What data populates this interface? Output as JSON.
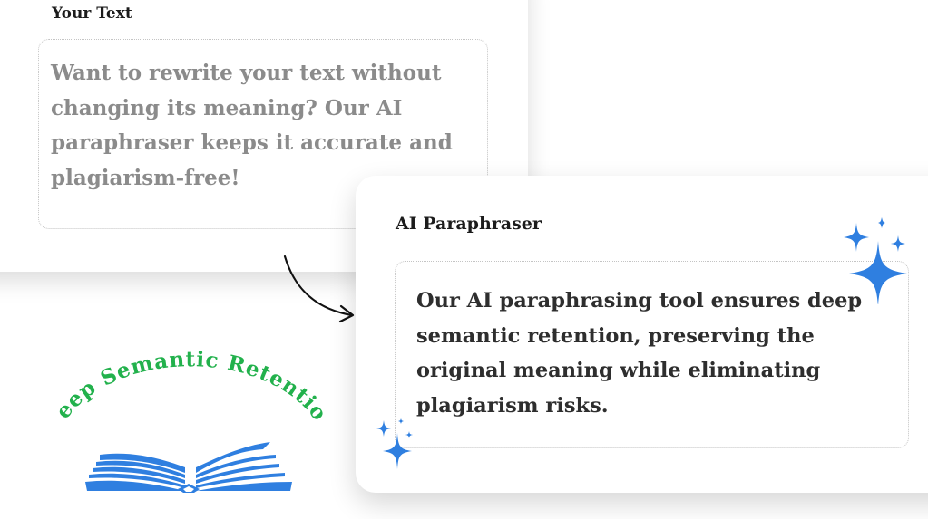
{
  "input_panel": {
    "label": "Your Text",
    "text": "Want to rewrite your text without changing its meaning? Our AI paraphraser keeps it accurate and plagiarism-free!"
  },
  "output_panel": {
    "label": "AI Paraphraser",
    "text": "Our AI paraphrasing tool ensures deep semantic retention, preserving the original meaning while eliminating plagiarism risks."
  },
  "badge": {
    "text": "Deep Semantic Retention",
    "color": "#22b14c",
    "icon": "open-book-icon",
    "icon_color": "#2f7fe0"
  },
  "colors": {
    "accent_blue": "#2f7fe0",
    "input_text": "#8b8b8b",
    "output_text": "#2e2e2e"
  },
  "icons": {
    "arrow": "curved-arrow-icon",
    "sparkle": "sparkle-icon"
  }
}
